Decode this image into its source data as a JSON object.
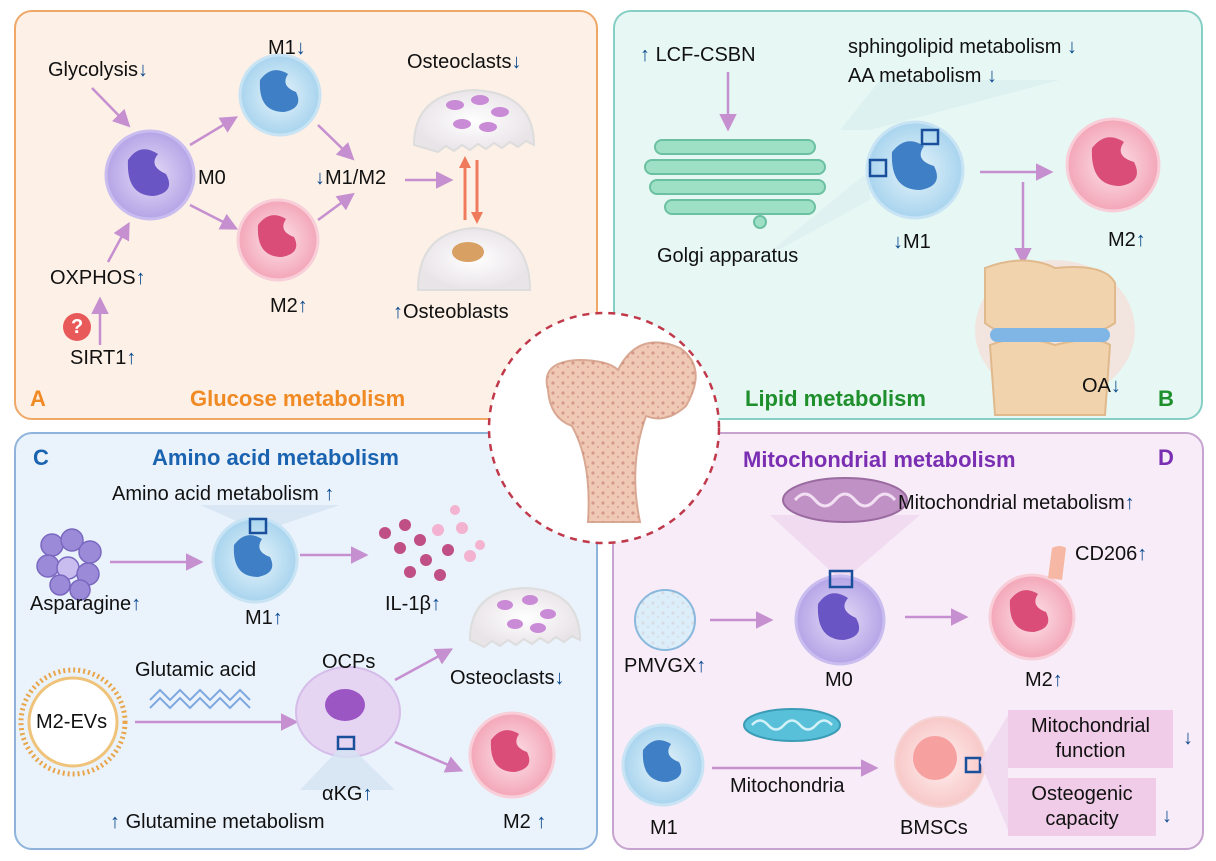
{
  "colors": {
    "panelA_border": "#f0a868",
    "panelA_bg": "#fdf0e6",
    "panelB_border": "#86cfc4",
    "panelB_bg": "#e7f8f4",
    "panelC_border": "#8fb4dc",
    "panelC_bg": "#eaf2fb",
    "panelD_border": "#c7a3cf",
    "panelD_bg": "#f8ecf8",
    "glucose_title": "#f08a24",
    "lipid_title": "#1e8f2c",
    "amino_title": "#1a63b0",
    "mito_title": "#7a2fb3",
    "arrow_indicator": "#0b4a8f",
    "connector": "#c58fd0"
  },
  "panelA": {
    "letter": "A",
    "title": "Glucose metabolism",
    "glycolysis": "Glycolysis",
    "m1": "M1",
    "m0": "M0",
    "m2": "M2",
    "m1m2": "M1/M2",
    "osteoclasts": "Osteoclasts",
    "osteoblasts": "Osteoblasts",
    "oxphos": "OXPHOS",
    "sirt1": "SIRT1",
    "question": "?"
  },
  "panelB": {
    "letter": "B",
    "title": "Lipid metabolism",
    "lcf": "LCF-CSBN",
    "sphingo": "sphingolipid metabolism",
    "aa": "AA metabolism",
    "golgi": "Golgi apparatus",
    "m1": "M1",
    "m2": "M2",
    "oa": "OA"
  },
  "panelC": {
    "letter": "C",
    "title": "Amino acid metabolism",
    "amino_meta": "Amino acid metabolism",
    "asparagine": "Asparagine",
    "m1": "M1",
    "il1b": "IL-1β",
    "glutamic": "Glutamic acid",
    "ocps": "OCPs",
    "osteoclasts": "Osteoclasts",
    "m2evs": "M2-EVs",
    "akg": "αKG",
    "glutamine": "Glutamine metabolism",
    "m2": "M2"
  },
  "panelD": {
    "letter": "D",
    "title": "Mitochondrial metabolism",
    "mito_meta": "Mitochondrial metabolism",
    "cd206": "CD206",
    "pmvgx": "PMVGX",
    "m0": "M0",
    "m2": "M2",
    "m1": "M1",
    "mitochondria": "Mitochondria",
    "bmscs": "BMSCs",
    "box1": "Mitochondrial function",
    "box2": "Osteogenic capacity"
  },
  "icons": {
    "up": "↑",
    "down": "↓",
    "names": [
      "macrophage-cell-icon",
      "osteoclast-icon",
      "osteoblast-icon",
      "golgi-icon",
      "knee-joint-icon",
      "femur-bone-icon",
      "asparagine-cluster-icon",
      "cytokine-dots-icon",
      "vesicle-icon",
      "mitochondrion-icon",
      "nanoparticle-icon",
      "bmsc-cell-icon"
    ]
  }
}
